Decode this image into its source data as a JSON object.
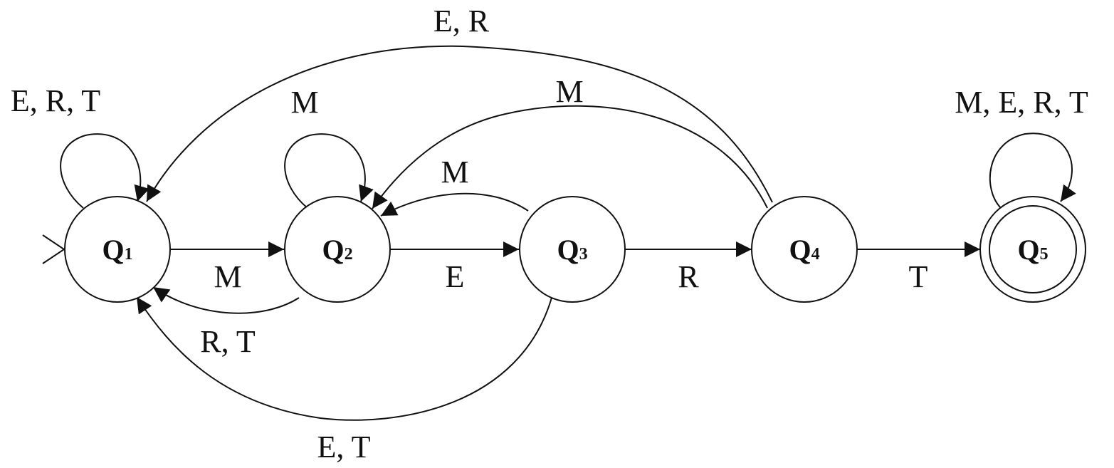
{
  "states": [
    {
      "id": "q1",
      "letter": "Q",
      "sub": "1",
      "initial": true,
      "accepting": false
    },
    {
      "id": "q2",
      "letter": "Q",
      "sub": "2",
      "initial": false,
      "accepting": false
    },
    {
      "id": "q3",
      "letter": "Q",
      "sub": "3",
      "initial": false,
      "accepting": false
    },
    {
      "id": "q4",
      "letter": "Q",
      "sub": "4",
      "initial": false,
      "accepting": false
    },
    {
      "id": "q5",
      "letter": "Q",
      "sub": "5",
      "initial": false,
      "accepting": true
    }
  ],
  "transitions": [
    {
      "id": "q1-loop",
      "from": "Q1",
      "to": "Q1",
      "label": "E, R, T"
    },
    {
      "id": "q1-q2",
      "from": "Q1",
      "to": "Q2",
      "label": "M"
    },
    {
      "id": "q2-loop",
      "from": "Q2",
      "to": "Q2",
      "label": "M"
    },
    {
      "id": "q2-q1",
      "from": "Q2",
      "to": "Q1",
      "label": "R, T"
    },
    {
      "id": "q2-q3",
      "from": "Q2",
      "to": "Q3",
      "label": "E"
    },
    {
      "id": "q3-q2",
      "from": "Q3",
      "to": "Q2",
      "label": "M"
    },
    {
      "id": "q3-q1",
      "from": "Q3",
      "to": "Q1",
      "label": "E, T"
    },
    {
      "id": "q3-q4",
      "from": "Q3",
      "to": "Q4",
      "label": "R"
    },
    {
      "id": "q4-q1",
      "from": "Q4",
      "to": "Q1",
      "label": "E, R"
    },
    {
      "id": "q4-q2",
      "from": "Q4",
      "to": "Q2",
      "label": "M"
    },
    {
      "id": "q4-q5",
      "from": "Q4",
      "to": "Q5",
      "label": "T"
    },
    {
      "id": "q5-loop",
      "from": "Q5",
      "to": "Q5",
      "label": "M, E, R, T"
    }
  ]
}
